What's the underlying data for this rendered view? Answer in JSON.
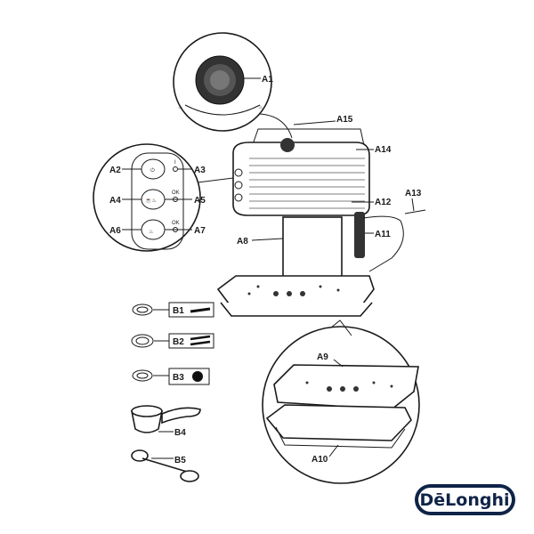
{
  "labels": {
    "A1": "A1",
    "A2": "A2",
    "A3": "A3",
    "A4": "A4",
    "A5": "A5",
    "A6": "A6",
    "A7": "A7",
    "A8": "A8",
    "A9": "A9",
    "A10": "A10",
    "A11": "A11",
    "A12": "A12",
    "A13": "A13",
    "A14": "A14",
    "A15": "A15",
    "B1": "B1",
    "B2": "B2",
    "B3": "B3",
    "B4": "B4",
    "B5": "B5"
  },
  "indicators": {
    "power": "I",
    "ok1": "OK",
    "ok2": "OK"
  },
  "brand": {
    "logo_text": "DēLonghi",
    "color": "#0f2447"
  }
}
